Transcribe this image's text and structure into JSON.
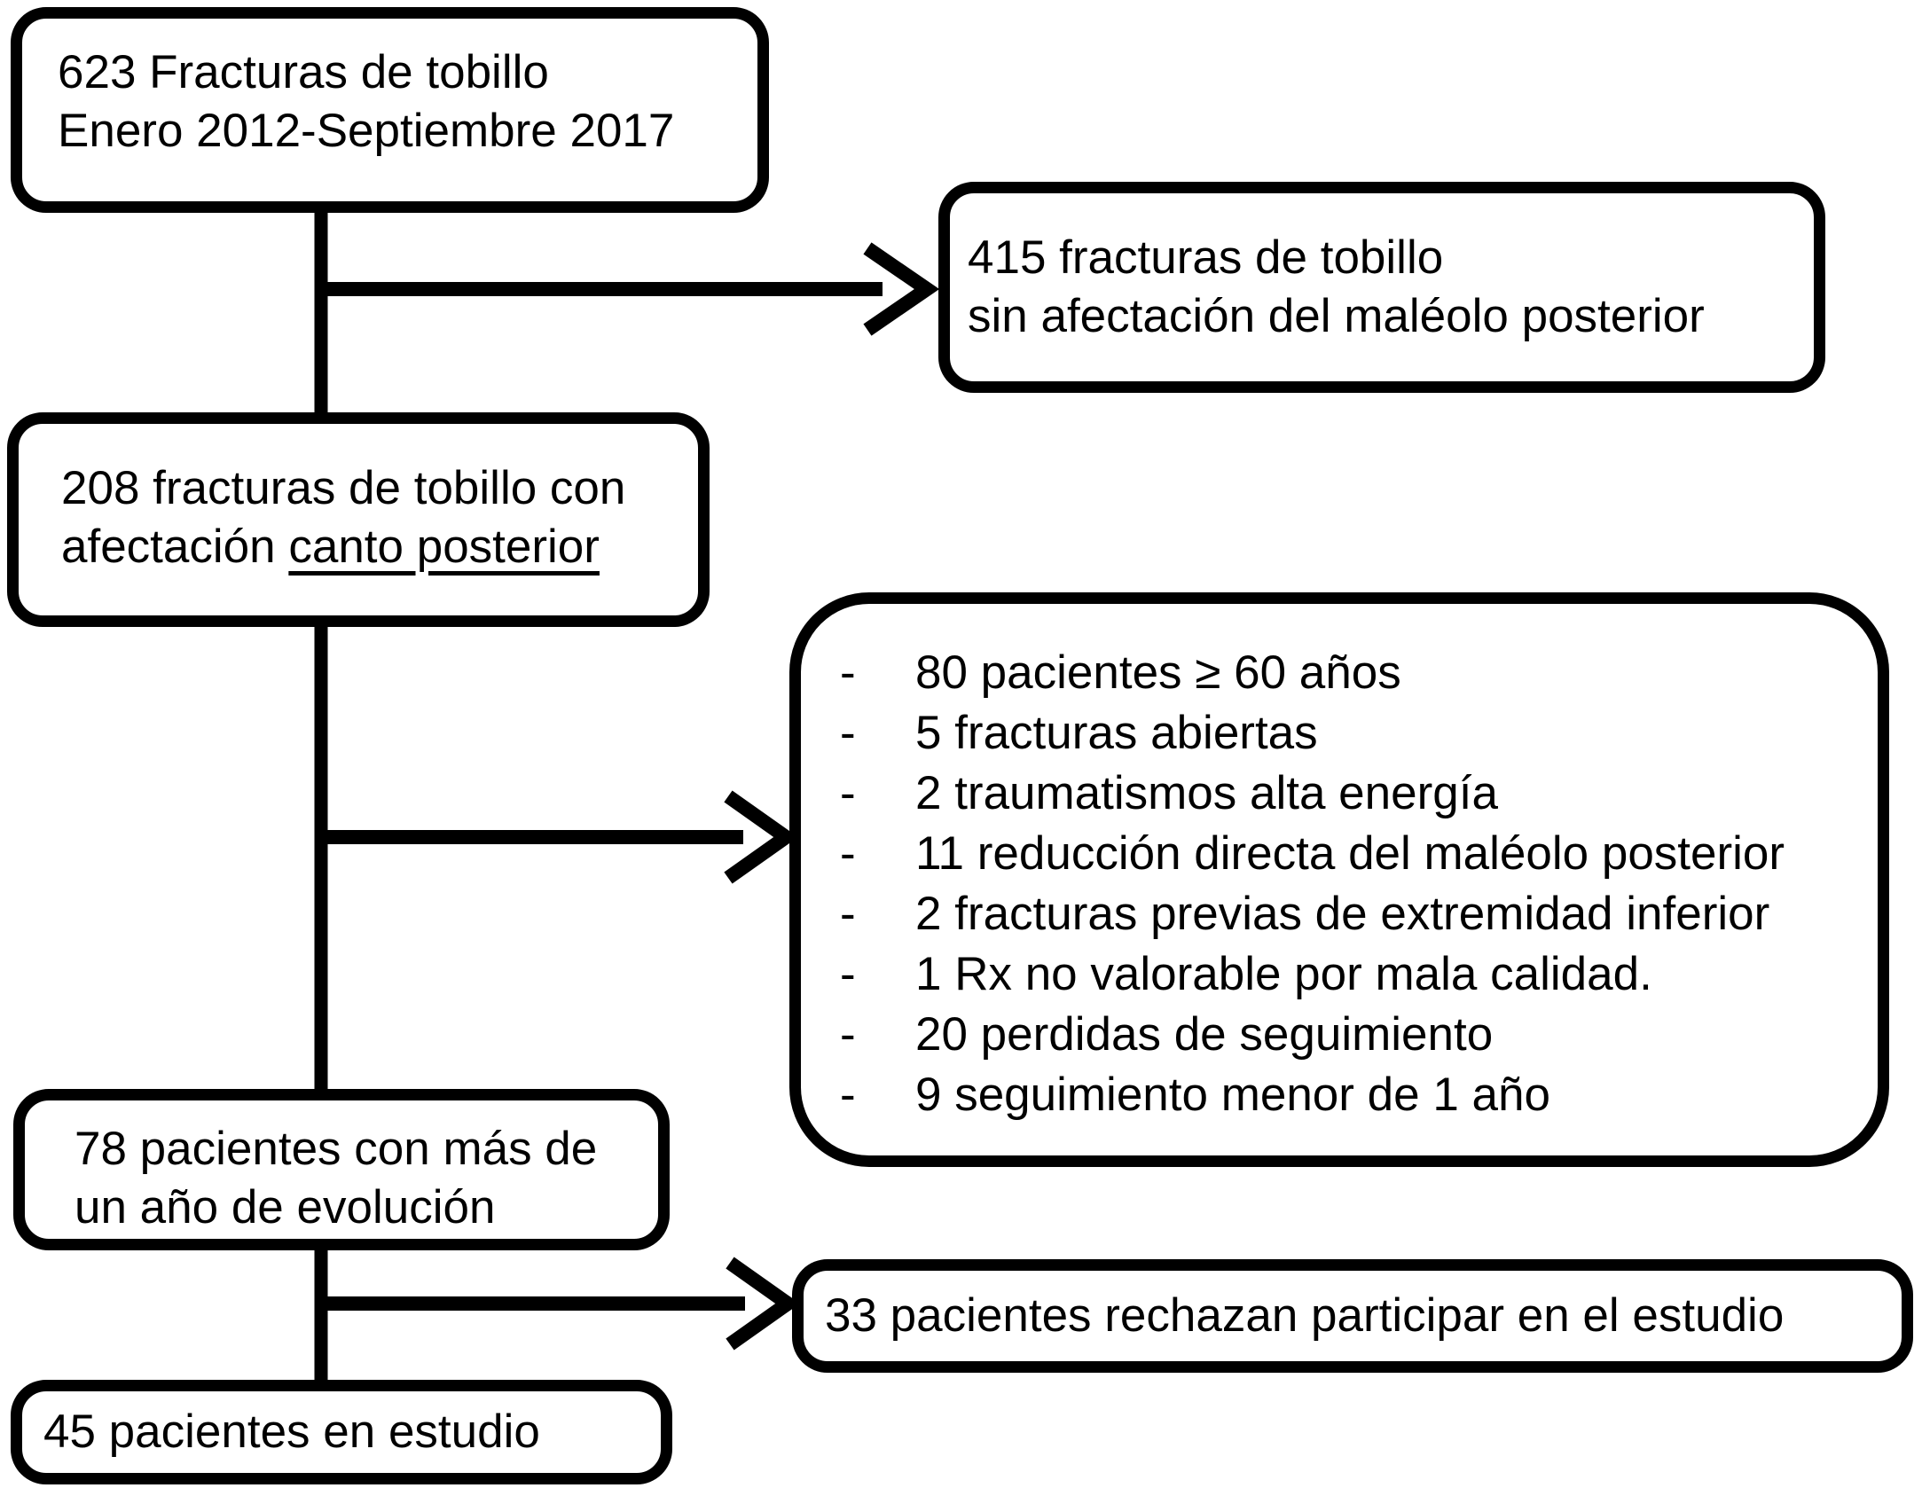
{
  "flowchart": {
    "colors": {
      "stroke": "#000000",
      "fill": "#ffffff",
      "background": "#ffffff"
    },
    "boxes": {
      "total": {
        "line1": "623 Fracturas de tobillo",
        "line2": "Enero 2012-Septiembre 2017"
      },
      "no_posterior": {
        "line1": "415 fracturas de tobillo",
        "line2": "sin afectación del maléolo posterior"
      },
      "posterior": {
        "line1": "208 fracturas de tobillo con",
        "line2_prefix": "afectación ",
        "line2_underline": "canto posterior"
      },
      "exclusions": {
        "bullet": "-",
        "items": [
          "80 pacientes ≥ 60 años",
          "5 fracturas abiertas",
          "2 traumatismos alta energía",
          "11 reducción directa del maléolo posterior",
          "2 fracturas previas de extremidad inferior",
          "1 Rx no valorable por mala calidad.",
          "20 perdidas de seguimiento",
          "9 seguimiento menor de 1 año"
        ]
      },
      "followup": {
        "line1": "78 pacientes con más de",
        "line2": "un año de evolución"
      },
      "refused": {
        "line1": "33 pacientes rechazan participar en el estudio"
      },
      "final": {
        "line1": "45 pacientes en estudio"
      }
    }
  }
}
